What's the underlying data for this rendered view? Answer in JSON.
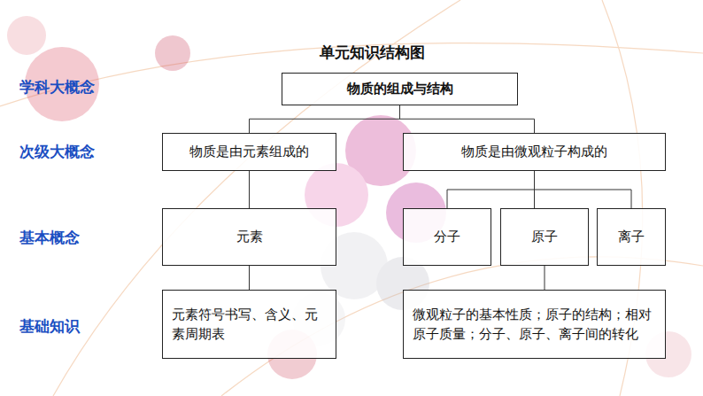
{
  "diagram": {
    "title": "单元知识结构图",
    "nodes": [
      {
        "text": [
          "物质的组成与结构"
        ]
      },
      {
        "text": [
          "物质是由元素组成的"
        ]
      },
      {
        "text": [
          "物质是由微观粒子构成的"
        ]
      },
      {
        "text": [
          "元素"
        ]
      },
      {
        "text": [
          "分子"
        ]
      },
      {
        "text": [
          "原子"
        ]
      },
      {
        "text": [
          "离子"
        ]
      },
      {
        "text": [
          "元素符号书写、含义、元素周期表"
        ]
      },
      {
        "text": [
          "微观粒子的基本性质；原子的结构；相对原子质量；分子、原子、离子间的转化"
        ]
      }
    ],
    "edges": [
      {
        "from": 0,
        "to": 1,
        "arrow": "none"
      },
      {
        "from": 0,
        "to": 2,
        "arrow": "none"
      },
      {
        "from": 1,
        "to": 3,
        "arrow": "none"
      },
      {
        "from": 2,
        "to": 4,
        "arrow": "none"
      },
      {
        "from": 2,
        "to": 5,
        "arrow": "none"
      },
      {
        "from": 2,
        "to": 6,
        "arrow": "none"
      },
      {
        "from": 3,
        "to": 7,
        "arrow": "none"
      },
      {
        "from": 5,
        "to": 8,
        "arrow": "none"
      }
    ],
    "labels": [
      "学科大概念",
      "次级大概念",
      "基本概念",
      "基础知识"
    ]
  }
}
